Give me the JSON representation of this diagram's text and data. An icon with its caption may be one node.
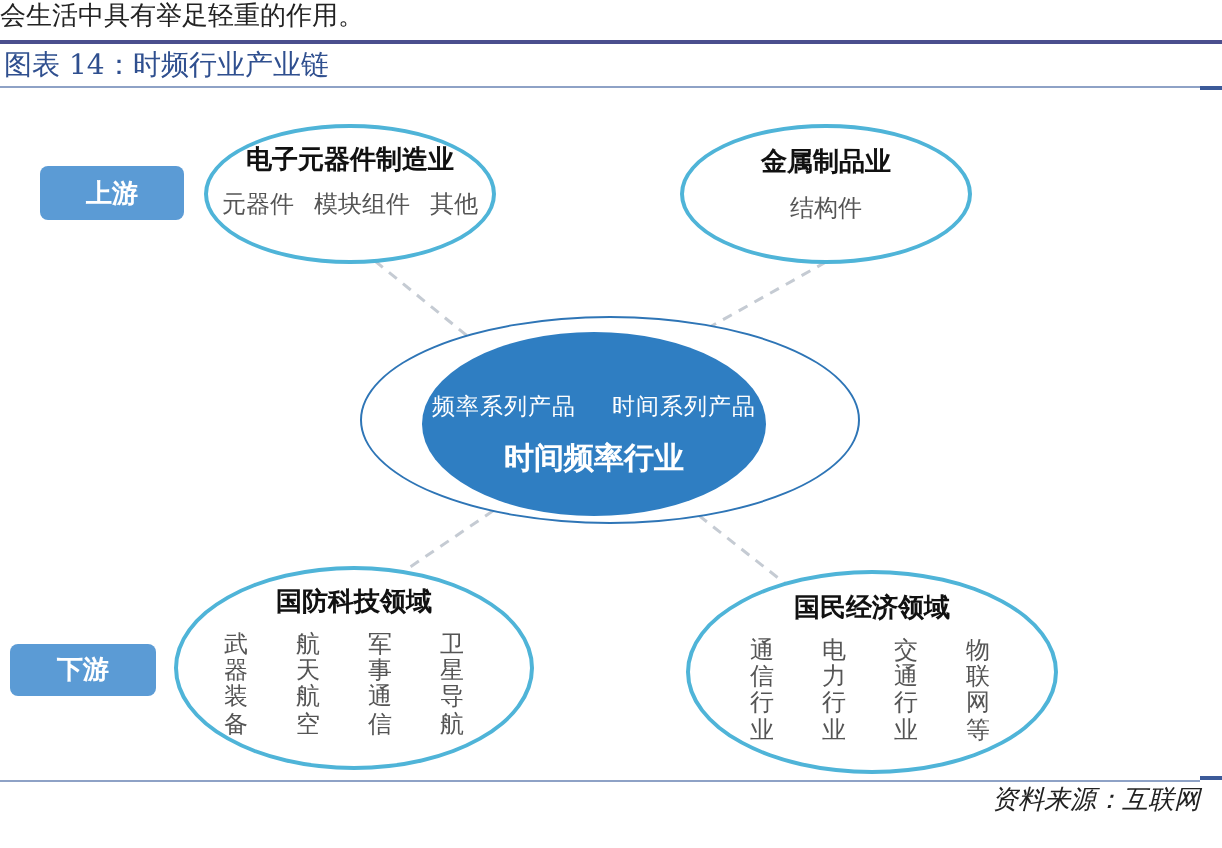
{
  "diagram": {
    "title": "图表 14：时频行业产业链",
    "nodes": [
      {
        "text": [
          "上游"
        ]
      },
      {
        "text": [
          "电子元器件制造业",
          "元器件",
          "模块组件",
          "其他"
        ]
      },
      {
        "text": [
          "金属制品业",
          "结构件"
        ]
      },
      {
        "text": [],
        "shape": "ellipse"
      },
      {
        "text": [
          "频率系列产品",
          "时间系列产品",
          "时间频率行业"
        ],
        "in": 3
      },
      {
        "text": [
          "下游"
        ]
      },
      {
        "text": [
          "国防科技领域",
          "武器装备",
          "航天航空",
          "军事通信",
          "卫星导航"
        ]
      },
      {
        "text": [
          "国民经济领域",
          "通信行业",
          "电力行业",
          "交通行业",
          "物联网等"
        ]
      }
    ],
    "edges": [
      {
        "from": 1,
        "to": 3,
        "arrow": "none",
        "style": "dashed"
      },
      {
        "from": 2,
        "to": 3,
        "arrow": "none",
        "style": "dashed"
      },
      {
        "from": 3,
        "to": 6,
        "arrow": "none",
        "style": "dashed"
      },
      {
        "from": 3,
        "to": 7,
        "arrow": "none",
        "style": "dashed"
      }
    ],
    "labels": [
      "会生活中具有举足轻重的作用。",
      "资料来源：互联网"
    ]
  }
}
